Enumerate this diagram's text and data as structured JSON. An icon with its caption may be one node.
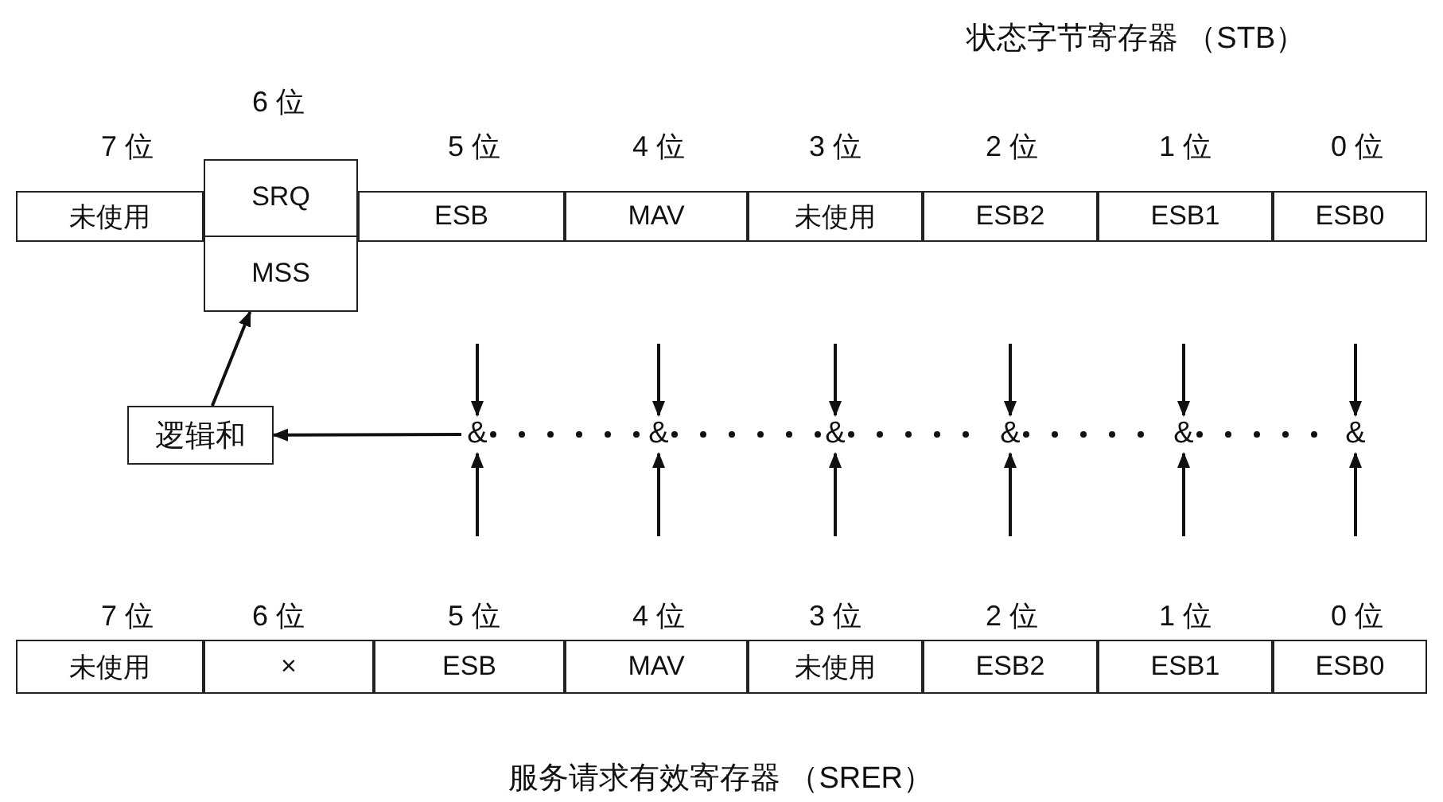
{
  "diagram": {
    "title": "状态字节寄存器 （STB）",
    "caption": "服务请求有效寄存器 （SRER）",
    "nodes": [
      {
        "text": [
          "未使用"
        ],
        "beside": [
          "7 位"
        ]
      },
      {
        "text": [
          "SRQ",
          "MSS"
        ],
        "beside": [
          "6 位"
        ]
      },
      {
        "text": [
          "ESB"
        ],
        "beside": [
          "5 位"
        ]
      },
      {
        "text": [
          "MAV"
        ],
        "beside": [
          "4 位"
        ]
      },
      {
        "text": [
          "未使用"
        ],
        "beside": [
          "3 位"
        ]
      },
      {
        "text": [
          "ESB2"
        ],
        "beside": [
          "2 位"
        ]
      },
      {
        "text": [
          "ESB1"
        ],
        "beside": [
          "1 位"
        ]
      },
      {
        "text": [
          "ESB0"
        ],
        "beside": [
          "0 位"
        ]
      },
      {
        "text": [
          "逻辑和"
        ]
      },
      {
        "text": [
          "&"
        ]
      },
      {
        "text": [
          "&"
        ]
      },
      {
        "text": [
          "&"
        ]
      },
      {
        "text": [
          "&"
        ]
      },
      {
        "text": [
          "&"
        ]
      },
      {
        "text": [
          "&"
        ]
      },
      {
        "text": [
          "未使用"
        ],
        "beside": [
          "7 位"
        ]
      },
      {
        "text": [
          "×"
        ],
        "beside": [
          "6 位"
        ]
      },
      {
        "text": [
          "ESB"
        ],
        "beside": [
          "5 位"
        ]
      },
      {
        "text": [
          "MAV"
        ],
        "beside": [
          "4 位"
        ]
      },
      {
        "text": [
          "未使用"
        ],
        "beside": [
          "3 位"
        ]
      },
      {
        "text": [
          "ESB2"
        ],
        "beside": [
          "2 位"
        ]
      },
      {
        "text": [
          "ESB1"
        ],
        "beside": [
          "1 位"
        ]
      },
      {
        "text": [
          "ESB0"
        ],
        "beside": [
          "0 位"
        ]
      }
    ],
    "edges": [
      {
        "from": null,
        "to": 9,
        "arrow": "to"
      },
      {
        "from": null,
        "to": 10,
        "arrow": "to"
      },
      {
        "from": null,
        "to": 11,
        "arrow": "to"
      },
      {
        "from": null,
        "to": 12,
        "arrow": "to"
      },
      {
        "from": null,
        "to": 13,
        "arrow": "to"
      },
      {
        "from": null,
        "to": 14,
        "arrow": "to"
      },
      {
        "from": null,
        "to": 9,
        "arrow": "to"
      },
      {
        "from": null,
        "to": 10,
        "arrow": "to"
      },
      {
        "from": null,
        "to": 11,
        "arrow": "to"
      },
      {
        "from": null,
        "to": 12,
        "arrow": "to"
      },
      {
        "from": null,
        "to": 13,
        "arrow": "to"
      },
      {
        "from": null,
        "to": 14,
        "arrow": "to"
      },
      {
        "from": 9,
        "to": 10,
        "arrow": "none",
        "style": "dashed"
      },
      {
        "from": 10,
        "to": 11,
        "arrow": "none",
        "style": "dashed"
      },
      {
        "from": 11,
        "to": 12,
        "arrow": "none",
        "style": "dashed"
      },
      {
        "from": 12,
        "to": 13,
        "arrow": "none",
        "style": "dashed"
      },
      {
        "from": 13,
        "to": 14,
        "arrow": "none",
        "style": "dashed"
      },
      {
        "from": 9,
        "to": 8,
        "arrow": "to"
      },
      {
        "from": 8,
        "to": 1,
        "arrow": "to"
      }
    ]
  }
}
